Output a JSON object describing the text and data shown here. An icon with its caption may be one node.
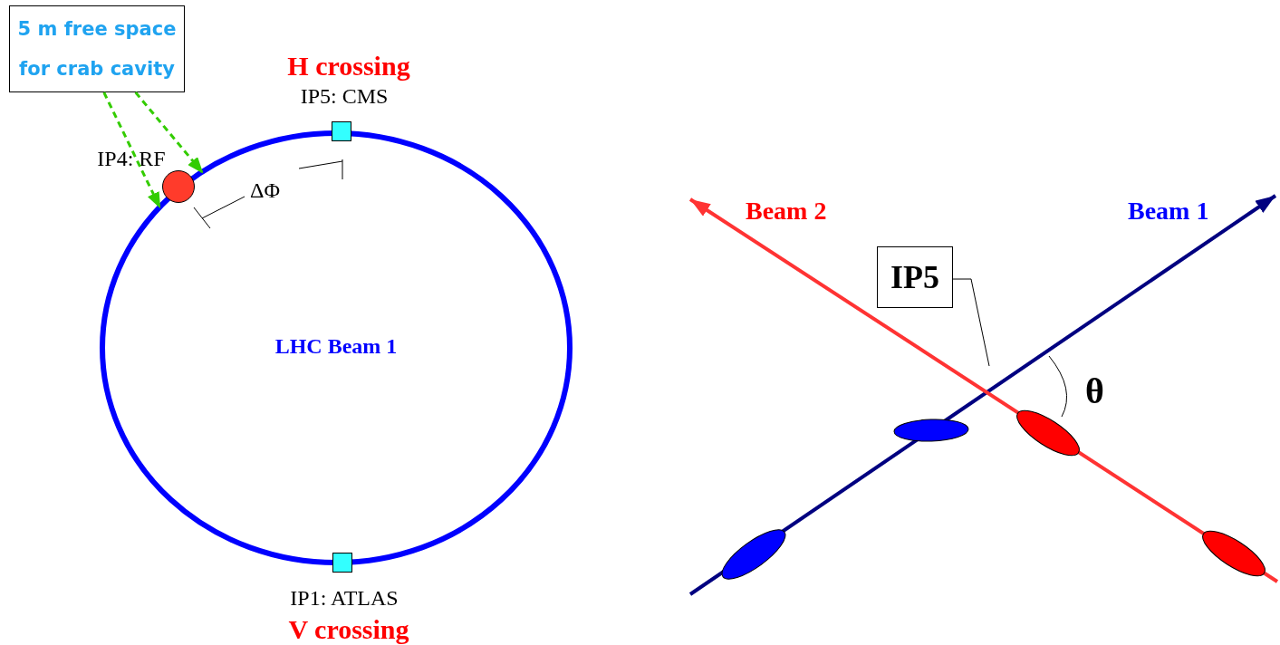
{
  "diagram": {
    "nodes": [
      {
        "text": [
          "5 m free space for crab cavity"
        ]
      },
      {
        "text": [],
        "shape": "box",
        "beside": [
          "H crossing",
          "IP5: CMS"
        ]
      },
      {
        "text": [],
        "shape": "circle",
        "beside": [
          "IP4: RF"
        ]
      },
      {
        "text": [
          "LHC Beam 1"
        ]
      },
      {
        "text": [],
        "shape": "box",
        "beside": [
          "IP1: ATLAS",
          "V crossing"
        ]
      },
      {
        "text": [
          "IP5"
        ]
      }
    ],
    "edges": [
      {
        "from": 0,
        "to": 3,
        "arrow": "to",
        "style": "dashed",
        "color": "#33cc00"
      },
      {
        "from": 0,
        "to": 3,
        "arrow": "to",
        "style": "dashed",
        "color": "#33cc00"
      },
      {
        "from": 5,
        "to": null,
        "arrow": "none",
        "color": "#000000"
      }
    ],
    "labels": [
      "ΔΦ",
      "Beam 2",
      "Beam 1",
      "θ"
    ]
  }
}
